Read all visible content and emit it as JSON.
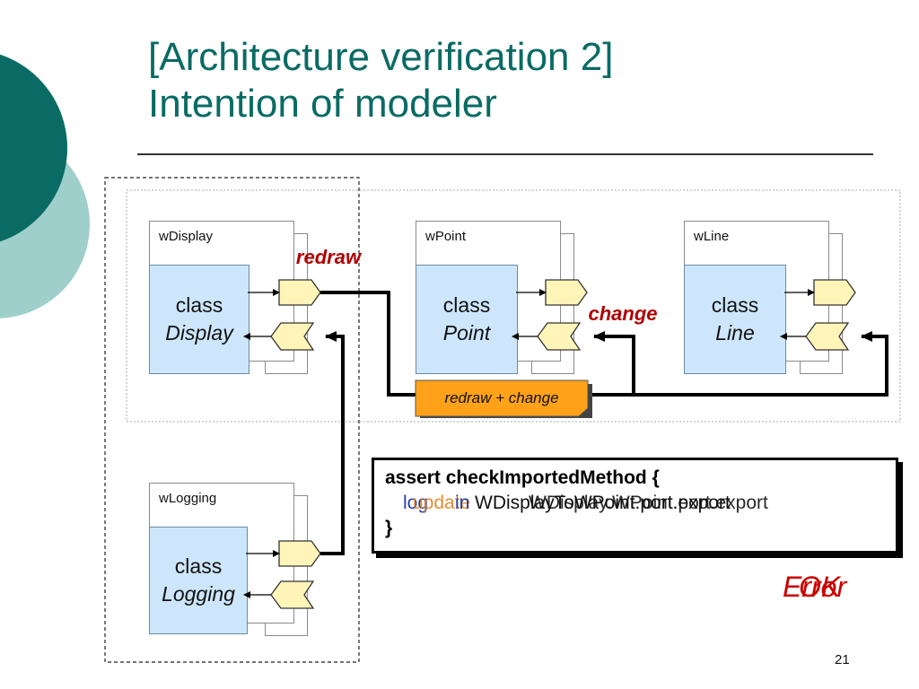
{
  "title": {
    "line1": "[Architecture verification 2]",
    "line2": "Intention of modeler"
  },
  "frames": {
    "display": "wDisplay",
    "point": "wPoint",
    "line": "wLine",
    "logging": "wLogging"
  },
  "classes": {
    "keyword": "class",
    "display": "Display",
    "point": "Point",
    "line": "Line",
    "logging": "Logging"
  },
  "labels": {
    "redraw": "redraw",
    "change": "change",
    "combined": "redraw + change"
  },
  "code": {
    "line1": "assert checkImportedMethod {",
    "overlap_a": "log",
    "overlap_b": "update",
    "overlap_c": "in",
    "overlap_d": "WDisplayToWPoint.port.export",
    "overlap_e": "WDisplay.WPoint.port.export",
    "line3": "}"
  },
  "result": {
    "a": "OK",
    "b": "Error"
  },
  "slide_number": "21",
  "colors": {
    "title": "#0a6b64",
    "class_fill": "#cde6fb",
    "port_fill": "#fff5b8",
    "connector_fill": "#ffa21a",
    "label_red": "#b00000",
    "circle_dark": "#0a6b64",
    "circle_light": "#9fcfca"
  }
}
